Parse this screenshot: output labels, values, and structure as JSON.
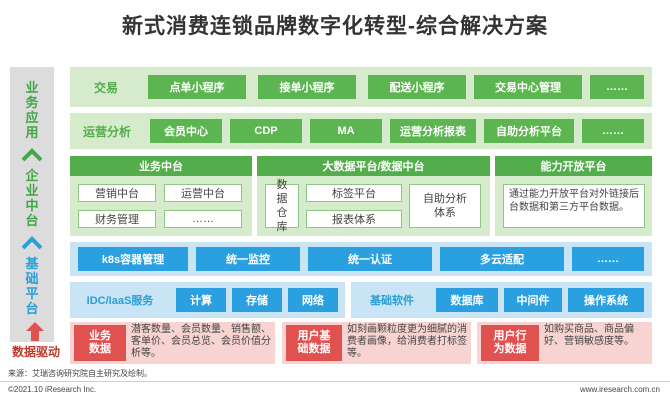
{
  "title": "新式消费连锁品牌数字化转型-综合解决方案",
  "left_labels": {
    "business_app": "业务应用",
    "enterprise_platform": "企业中台",
    "base_platform": "基础平台",
    "data_driven": "数据驱动"
  },
  "trade": {
    "label": "交易",
    "items": [
      "点单小程序",
      "接单小程序",
      "配送小程序",
      "交易中心管理",
      "……"
    ]
  },
  "ops": {
    "label": "运营分析",
    "items": [
      "会员中心",
      "CDP",
      "MA",
      "运营分析报表",
      "自助分析平台",
      "……"
    ]
  },
  "business_middle": {
    "title": "业务中台",
    "items": [
      "营销中台",
      "运营中台",
      "财务管理",
      "……"
    ]
  },
  "bigdata": {
    "title": "大数据平台/数据中台",
    "warehouse": "数据仓库",
    "tag": "标签平台",
    "report": "报表体系",
    "self_analysis": "自助分析体系"
  },
  "capability": {
    "title": "能力开放平台",
    "desc": "通过能力开放平台对外链接后台数据和第三方平台数据。"
  },
  "base_row1": [
    "k8s容器管理",
    "统一监控",
    "统一认证",
    "多云适配",
    "……"
  ],
  "iaas": {
    "label": "IDC/IaaS服务",
    "items": [
      "计算",
      "存储",
      "网络"
    ]
  },
  "software": {
    "label": "基础软件",
    "items": [
      "数据库",
      "中间件",
      "操作系统"
    ]
  },
  "data_drive": [
    {
      "label": "业务\n数据",
      "text": "潜客数量、会员数量、销售额、客单价、会员总览、会员价值分析等。"
    },
    {
      "label": "用户基\n础数据",
      "text": "如刻画颗粒度更为细腻的消费者画像，给消费者打标签等。"
    },
    {
      "label": "用户行\n为数据",
      "text": "如购买商品、商品偏好、营销敏感度等。"
    }
  ],
  "source": "来源：艾瑞咨询研究院自主研究及绘制。",
  "footer_left": "©2021.10 iResearch Inc.",
  "footer_right": "www.iresearch.com.cn"
}
